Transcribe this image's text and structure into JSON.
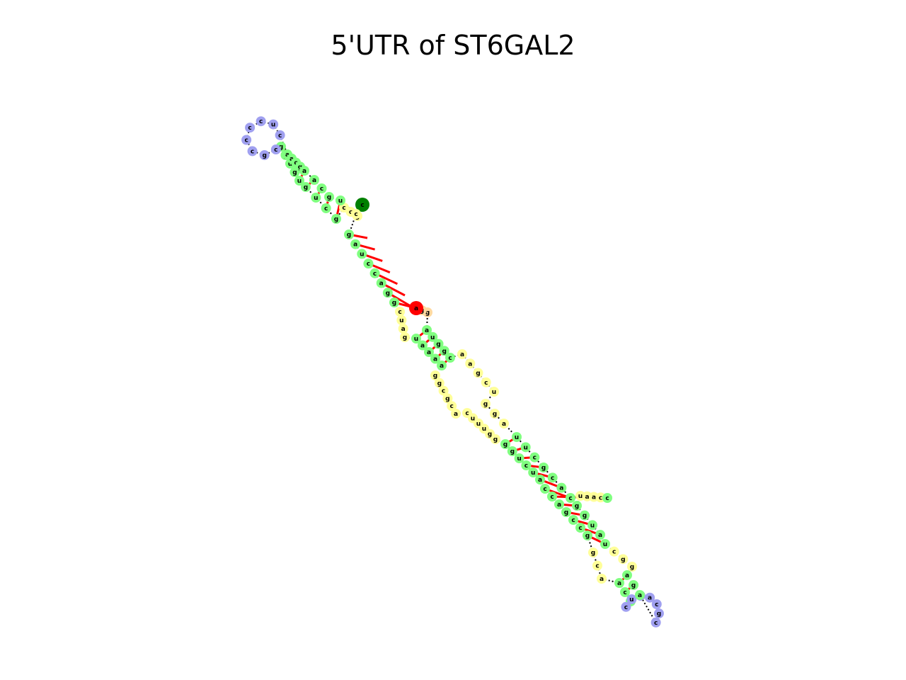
{
  "title": "5'UTR of ST6GAL2",
  "colors": {
    "stem": "#80ff80",
    "interior_loop": "#ffff99",
    "hairpin_loop": "#a0a0f0",
    "single_strand": "#ffd9a0",
    "five_prime": "#008000",
    "three_prime": "#ff0000",
    "backbone": "#000000",
    "pair_bond": "#ff0000"
  },
  "structure": {
    "five_prime_label": "c",
    "three_prime_label": "a",
    "nucleotides": [
      "c",
      "g",
      "c",
      "c",
      "g",
      "c",
      "u",
      "g",
      "u",
      "g",
      "u",
      "g",
      "g",
      "c",
      "g",
      "c",
      "c",
      "c",
      "c",
      "u",
      "c",
      "a",
      "a",
      "c",
      "g",
      "a",
      "a",
      "c",
      "g",
      "u",
      "c",
      "g",
      "a",
      "u",
      "c",
      "c",
      "a",
      "g",
      "g",
      "c",
      "u",
      "a",
      "g",
      "u",
      "a",
      "a",
      "a",
      "a",
      "g",
      "g",
      "c",
      "g",
      "c",
      "a",
      "c",
      "u",
      "u",
      "u",
      "g",
      "g",
      "g",
      "g",
      "u",
      "c",
      "u",
      "a",
      "c",
      "c",
      "a",
      "g",
      "c",
      "c",
      "g",
      "g",
      "c",
      "a",
      "a",
      "c",
      "a",
      "c",
      "u",
      "u",
      "a",
      "c",
      "g",
      "c",
      "a",
      "g",
      "a",
      "g",
      "g",
      "c",
      "u",
      "a",
      "u",
      "g",
      "g",
      "u",
      "a",
      "a",
      "c",
      "c",
      "c",
      "a",
      "c",
      "g",
      "c",
      "u",
      "u",
      "a",
      "g",
      "g",
      "u",
      "c",
      "g",
      "a",
      "a",
      "c",
      "g",
      "g",
      "u",
      "a",
      "g",
      "g",
      "a"
    ]
  }
}
